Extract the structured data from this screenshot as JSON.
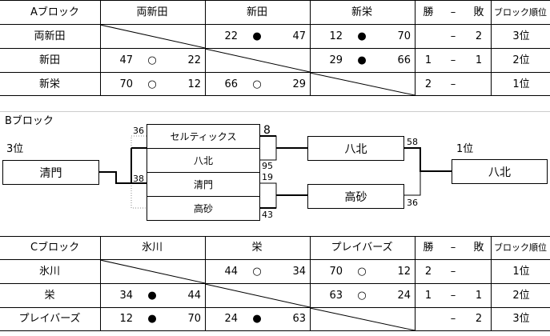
{
  "block_a": {
    "headers": [
      "Aブロック",
      "両新田",
      "新田",
      "新栄",
      "勝",
      "–",
      "敗",
      "ブロック順位"
    ],
    "rows": [
      {
        "team": "両新田",
        "cells": [
          null,
          {
            "a": "22",
            "mark": "●",
            "b": "47"
          },
          {
            "a": "12",
            "mark": "●",
            "b": "70"
          }
        ],
        "win": "",
        "dash": "–",
        "loss": "2",
        "rank": "3位"
      },
      {
        "team": "新田",
        "cells": [
          {
            "a": "47",
            "mark": "○",
            "b": "22"
          },
          null,
          {
            "a": "29",
            "mark": "●",
            "b": "66"
          }
        ],
        "win": "1",
        "dash": "–",
        "loss": "1",
        "rank": "2位"
      },
      {
        "team": "新栄",
        "cells": [
          {
            "a": "70",
            "mark": "○",
            "b": "12"
          },
          {
            "a": "66",
            "mark": "○",
            "b": "29"
          },
          null
        ],
        "win": "2",
        "dash": "–",
        "loss": "",
        "rank": "1位"
      }
    ]
  },
  "block_b": {
    "title": "Bブロック",
    "left_rank": "3位",
    "left_team": "清門",
    "bracket_teams": [
      "セルティックス",
      "八北",
      "清門",
      "高砂"
    ],
    "semi_winners": [
      "八北",
      "高砂"
    ],
    "final_winner": "八北",
    "final_rank": "1位",
    "scores": {
      "prelim_top": "36",
      "prelim_bottom": "38",
      "semi1_top": "8",
      "semi1_bottom": "95",
      "semi2_top": "19",
      "semi2_bottom": "43",
      "final_top": "58",
      "final_bottom": "36"
    }
  },
  "block_c": {
    "headers": [
      "Cブロック",
      "氷川",
      "栄",
      "プレイバーズ",
      "勝",
      "–",
      "敗",
      "ブロック順位"
    ],
    "rows": [
      {
        "team": "氷川",
        "cells": [
          null,
          {
            "a": "44",
            "mark": "○",
            "b": "34"
          },
          {
            "a": "70",
            "mark": "○",
            "b": "12"
          }
        ],
        "win": "2",
        "dash": "–",
        "loss": "",
        "rank": "1位"
      },
      {
        "team": "栄",
        "cells": [
          {
            "a": "34",
            "mark": "●",
            "b": "44"
          },
          null,
          {
            "a": "63",
            "mark": "○",
            "b": "24"
          }
        ],
        "win": "1",
        "dash": "–",
        "loss": "1",
        "rank": "2位"
      },
      {
        "team": "プレイバーズ",
        "cells": [
          {
            "a": "12",
            "mark": "●",
            "b": "70"
          },
          {
            "a": "24",
            "mark": "●",
            "b": "63"
          },
          null
        ],
        "win": "",
        "dash": "–",
        "loss": "2",
        "rank": "3位"
      }
    ]
  }
}
